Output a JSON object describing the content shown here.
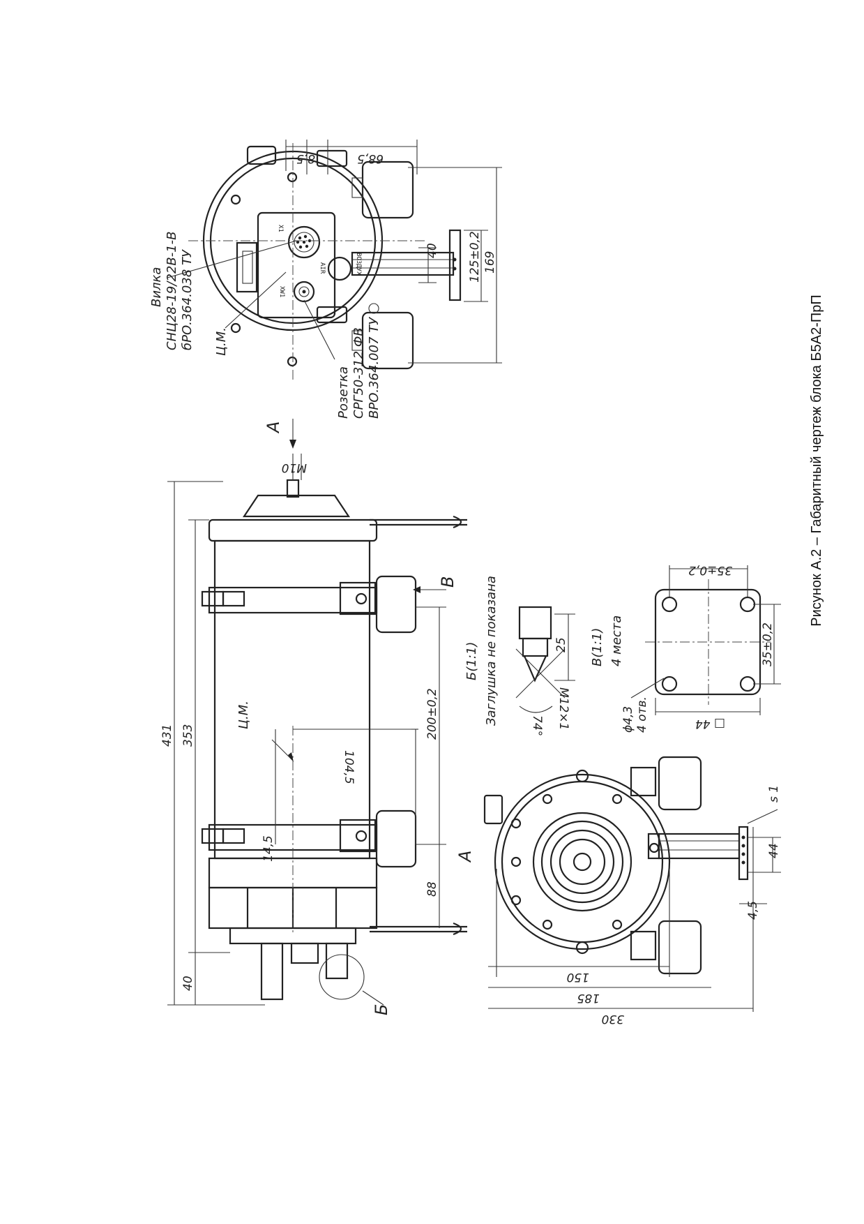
{
  "caption": "Рисунок А.2 – Габаритный чертеж блока Б5А2-ПрП",
  "views": {
    "view_a_label": "А",
    "view_b_label": "Б",
    "view_v_label": "В",
    "section_b_title": "Б(1:1)",
    "section_b_note": "Заглушка не показана",
    "section_v_title": "В(1:1)",
    "section_v_note": "4 места"
  },
  "callouts": {
    "plug_title": "Вилка",
    "plug_type": "СНЦ28-19/22В-1-В",
    "plug_spec": "бРО.364.038 ТУ",
    "socket_title": "Розетка",
    "socket_type": "СРГ50-312 ФВ",
    "socket_spec": "ВРО.364.007 ТУ",
    "center_mass": "Ц.М.",
    "center_mass_side": "Ц.М.",
    "holes_diameter": "ϕ4,3",
    "holes_count": "4 отв.",
    "thickness": "s 1"
  },
  "panel_marks": {
    "x1": "X1",
    "xw1": "XW1",
    "air": "AIR",
    "vozduh": "ВОЗДУХ"
  },
  "dimensions": {
    "top_8_5": "8,5",
    "top_68_5": "68,5",
    "top_40": "40",
    "top_125": "125±0,2",
    "top_169": "169",
    "m10": "М10",
    "side_431": "431",
    "side_353": "353",
    "side_40": "40",
    "side_104_5": "104,5",
    "side_200": "200±0,2",
    "side_88": "88",
    "side_14_5": "14,5",
    "detail_25": "25",
    "detail_m12": "М12×1",
    "detail_74": "74°",
    "flange_35_a": "35±0,2",
    "flange_35_b": "35±0,2",
    "flange_44": "□ 44",
    "end_44": "44",
    "end_4_5": "4,5",
    "end_150": "150",
    "end_185": "185",
    "end_330": "330"
  }
}
